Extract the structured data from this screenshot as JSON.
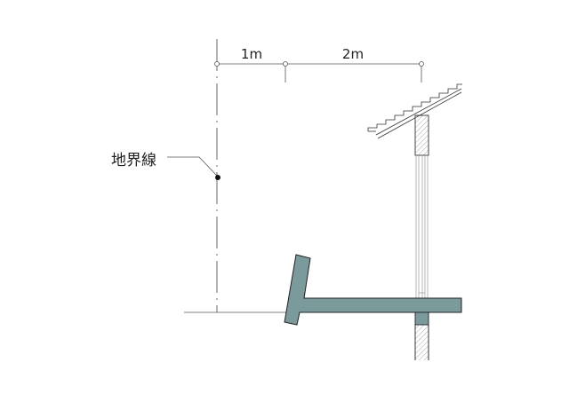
{
  "dimensions": [
    {
      "label": "1m"
    },
    {
      "label": "2m"
    }
  ],
  "annotation": {
    "label": "地界線"
  },
  "colors": {
    "slab": "#7a9a9c",
    "line": "#333333",
    "hatch": "#999999"
  }
}
